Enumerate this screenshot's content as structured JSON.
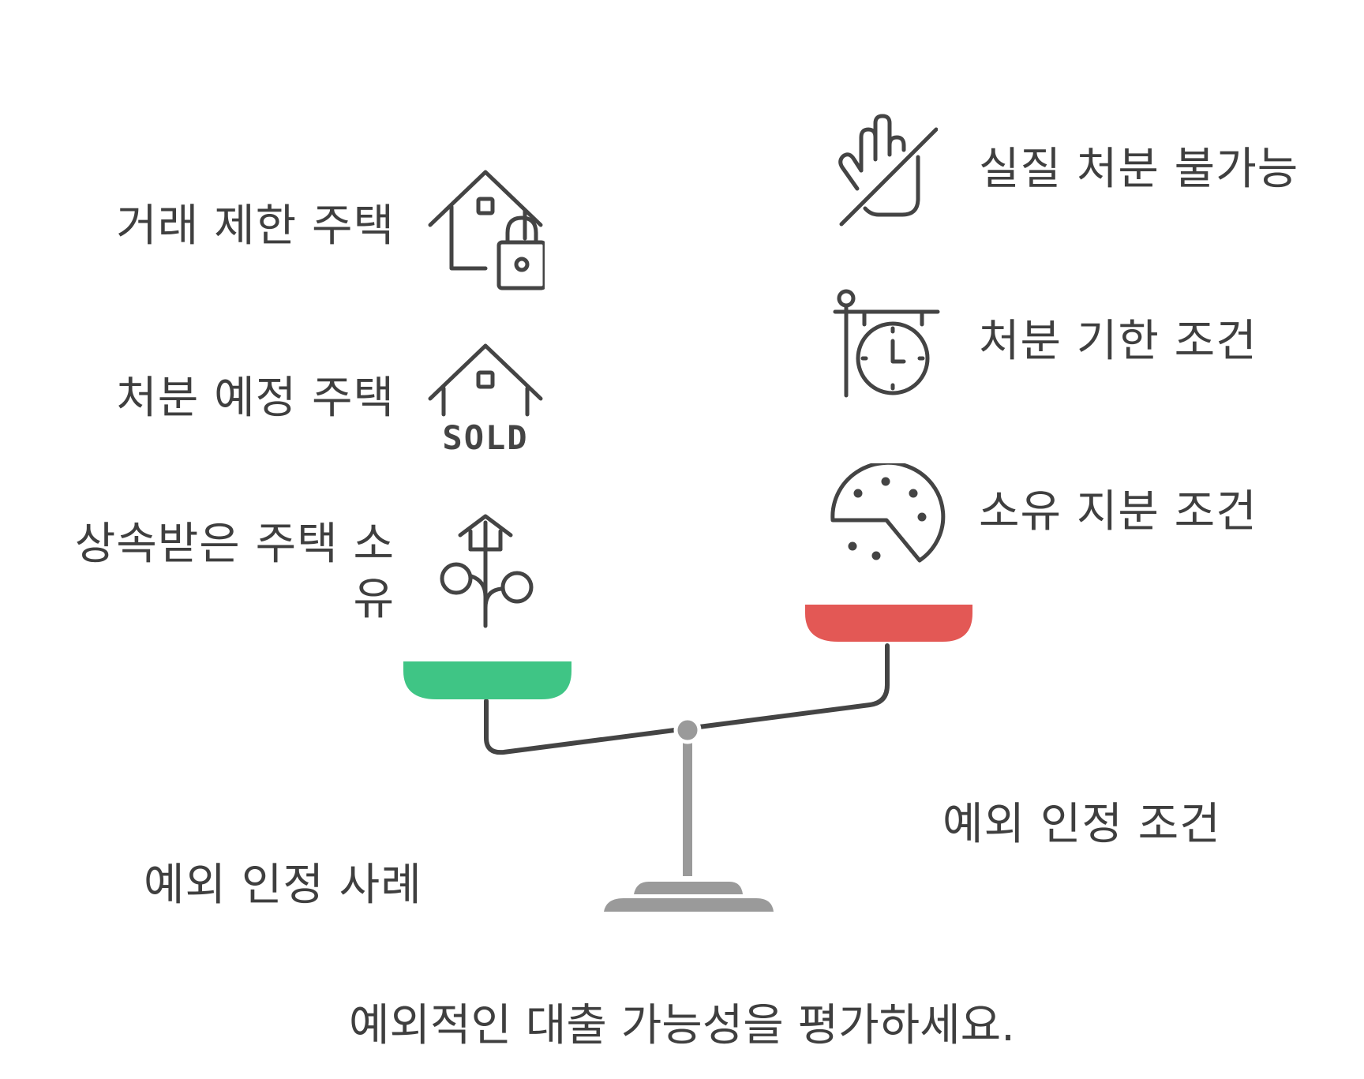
{
  "left_items": [
    {
      "label": "거래 제한 주택",
      "icon": "house-lock-icon"
    },
    {
      "label": "처분 예정 주택",
      "icon": "house-sold-icon"
    },
    {
      "label": "상속받은 주택 소유",
      "icon": "inherited-house-tree-icon"
    }
  ],
  "right_items": [
    {
      "label": "실질 처분 불가능",
      "icon": "hand-prohibited-icon"
    },
    {
      "label": "처분 기한 조건",
      "icon": "deadline-clock-icon"
    },
    {
      "label": "소유 지분 조건",
      "icon": "share-pie-icon"
    }
  ],
  "left_group_label": "예외 인정 사례",
  "right_group_label": "예외 인정 조건",
  "footer": "예외적인 대출 가능성을 평가하세요.",
  "sold_sign_text": "SOLD",
  "colors": {
    "left_pan": "#3fc585",
    "right_pan": "#e35855",
    "stand": "#9a9a9a",
    "beam": "#444444",
    "icon_stroke": "#444444",
    "text": "#3f3f3f"
  }
}
